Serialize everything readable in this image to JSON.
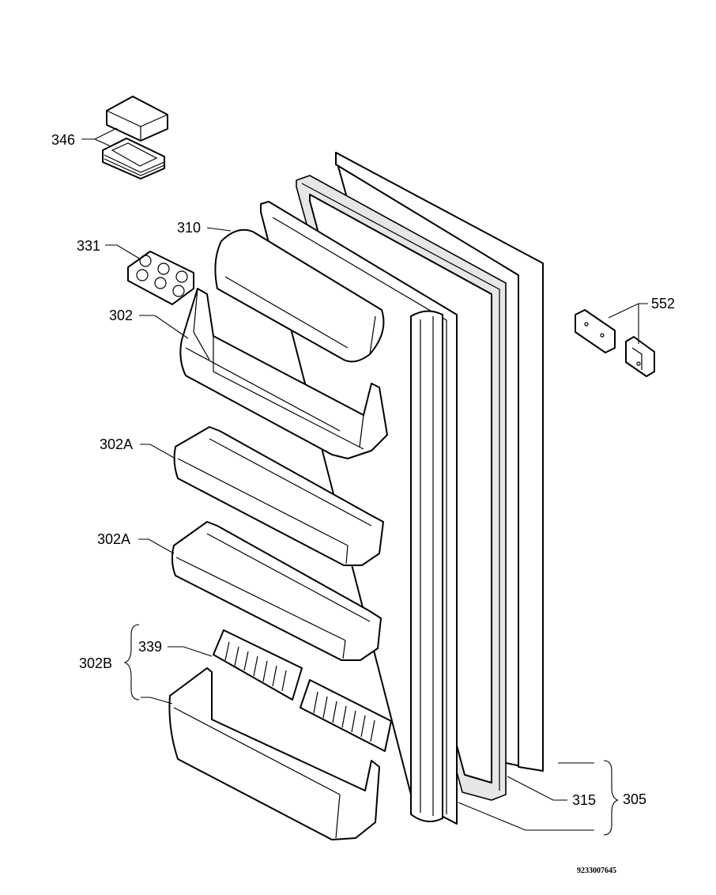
{
  "labels": {
    "p346": "346",
    "p331": "331",
    "p310": "310",
    "p302": "302",
    "p302a_top": "302A",
    "p302a_bottom": "302A",
    "p302b": "302B",
    "p339": "339",
    "p552": "552",
    "p315": "315",
    "p305": "305"
  },
  "drawing_code": "9233007645",
  "colors": {
    "line": "#000000",
    "background": "#ffffff",
    "gasket_fill": "#e6e6e6"
  }
}
